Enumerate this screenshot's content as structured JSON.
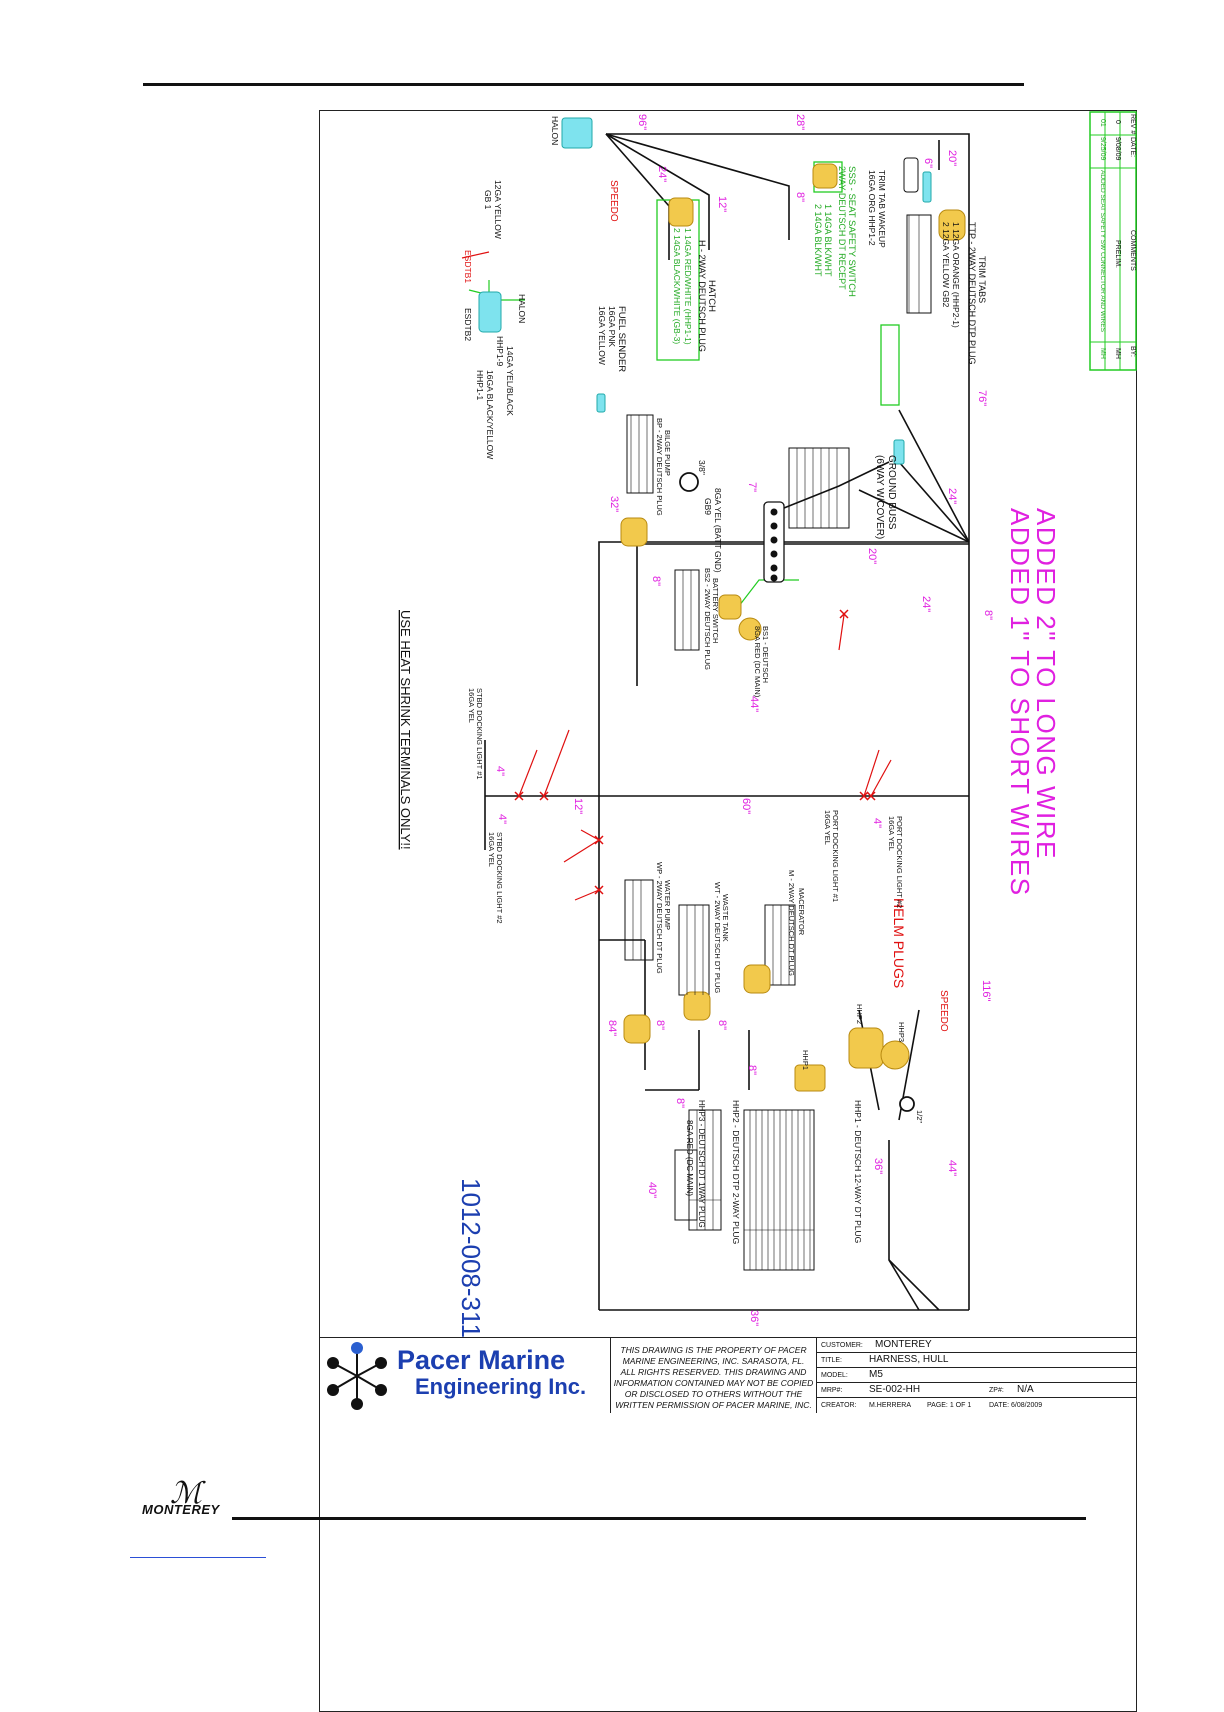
{
  "drawing": {
    "rev_table": {
      "headers": [
        "REV #",
        "DATE:",
        "COMMENTS",
        "BY:"
      ],
      "rows": [
        [
          "0",
          "9/08/09",
          "PRELIM.",
          "MH"
        ],
        [
          "01",
          "9/25/09",
          "ADDED SEAT SAFETY SW CONNECTOR AND WIRES",
          "MH"
        ]
      ]
    },
    "notes": {
      "long_wire": "ADDED 2\" TO LONG WIRE",
      "short_wires": "ADDED 1\" TO SHORT WIRES",
      "heat_shrink": "USE HEAT SHRINK TERMINALS ONLY!!",
      "part_number": "1012-008-311",
      "helm_plugs": "HELM PLUGS"
    },
    "lengths": {
      "l96": "96\"",
      "l28": "28\"",
      "l20a": "20\"",
      "l6": "6\"",
      "l24a": "24\"",
      "l12a": "12\"",
      "l8a": "8\"",
      "l76": "76\"",
      "l24b": "24\"",
      "l20b": "20\"",
      "l24c": "24\"",
      "l8b": "8\"",
      "l7": "7\"",
      "l32": "32\"",
      "l8c": "8\"",
      "l44a": "44\"",
      "l4a": "4\"",
      "l12b": "12\"",
      "l60": "60\"",
      "l4b": "4\"",
      "l4c": "4\"",
      "l116": "116\"",
      "l84": "84\"",
      "l8d": "8\"",
      "l8e": "8\"",
      "l8f": "8\"",
      "l8g": "8\"",
      "l40": "40\"",
      "l36a": "36\"",
      "l44b": "44\"",
      "l36b": "36\""
    },
    "labels": {
      "halon_top": "HALON",
      "speedo_top": "SPEEDO",
      "speedo_right": "SPEEDO",
      "trim_tab_wakeup": "TRIM TAB WAKEUP",
      "trim_tab_wakeup_wire": "16GA ORG HHP1-2",
      "sss_title": "SSS - SEAT SAFETY SWITCH",
      "sss_sub": "2WAY DEUTSCH DT RECEPT",
      "sss_pin1": "1 14GA BLK/WHT",
      "sss_pin2": "2 14GA BLK/WHT",
      "hatch": "HATCH",
      "hatch_plug": "H - 2WAY DEUTSCH PLUG",
      "hatch_pin1": "1 14GA RED/WHITE (HHP1-1)",
      "hatch_pin2": "2 14GA BLACK/WHITE (GB-3)",
      "ttp_title": "TRIM TABS",
      "ttp_sub": "TTP - 2WAY DEUTSCH DTP PLUG",
      "ttp_pin1": "1 12GA ORANGE (HHP2-1)",
      "ttp_pin2": "2 12GA YELLOW GB2",
      "halon_mid": "HALON",
      "halon_wire1": "14GA YEL/BLACK",
      "halon_wire1_ref": "HHP1-9",
      "halon_wire2": "16GA BLACK/YELLOW",
      "halon_wire2_ref": "HHP1-1",
      "halon_gb_wire": "12GA YELLOW",
      "halon_gb_ref": "GB 1",
      "esdtb1": "ESDTB1",
      "esdtb2": "ESDTB2",
      "fuel_sender": "FUEL SENDER",
      "fuel_pnk": "16GA PNK",
      "fuel_yel": "16GA YELLOW",
      "ground_buss": "GROUND BUSS",
      "ground_buss_sub": "(6WAY W/COVER)",
      "battery_ring": "3/8\"",
      "battery_gnd": "8GA YEL (BATT GND)",
      "battery_gb": "GB9",
      "bilge_pump": "BILGE PUMP",
      "bilge_plug": "BP - 2WAY DEUTSCH PLUG",
      "battery_switch": "BATTERY SWITCH",
      "battery_switch_plug": "BS2 - 2WAY DEUTSCH PLUG",
      "bs1": "BS1 - DEUTSCH",
      "bs1_wire": "8GA RED (DC MAIN)",
      "stbd_dock_1": "STBD DOCKING LIGHT #1",
      "stbd_dock_1_wire": "16GA YEL",
      "stbd_dock_2": "STBD DOCKING LIGHT #2",
      "stbd_dock_2_wire": "16GA YEL",
      "port_dock_1": "PORT DOCKING LIGHT #1",
      "port_dock_1_wire": "16GA YEL",
      "port_dock_2": "PORT DOCKING LIGHT #2",
      "port_dock_2_wire": "16GA YEL",
      "water_pump": "WATER PUMP",
      "water_pump_plug": "WP - 2WAY DEUTSCH DT PLUG",
      "waste_tank": "WASTE TANK",
      "waste_tank_plug": "WT - 2WAY DEUTSCH DT PLUG",
      "macerator": "MACERATOR",
      "macerator_plug": "M - 2WAY DEUTSCH DT PLUG",
      "hhp1_title": "HHP1 - DEUTSCH 12-WAY DT PLUG",
      "hhp2_title": "HHP2 - DEUTSCH DTP 2-WAY PLUG",
      "hhp3_title": "HHP3 - DEUTSCH DT 1WAY PLUG",
      "hhp3_wire": "8GA RED (DC MAIN)",
      "hhp1": "HHP1",
      "hhp2": "HHP2",
      "hhp3": "HHP3",
      "ring_12": "1/2\""
    },
    "title_block": {
      "company_line1": "Pacer Marine",
      "company_line2": "Engineering Inc.",
      "notice": [
        "THIS DRAWING IS THE PROPERTY OF PACER",
        "MARINE ENGINEERING, INC. SARASOTA, FL.",
        "ALL RIGHTS RESERVED.  THIS DRAWING AND",
        "INFORMATION CONTAINED MAY NOT BE COPIED",
        "OR DISCLOSED TO OTHERS WITHOUT THE",
        "WRITTEN PERMISSION OF PACER MARINE, INC."
      ],
      "customer_label": "CUSTOMER:",
      "customer": "MONTEREY",
      "title_label": "TITLE:",
      "title": "HARNESS, HULL",
      "model_label": "MODEL:",
      "model": "M5",
      "mrp_label": "MRP#:",
      "mrp": "SE-002-HH",
      "zp_label": "ZP#:",
      "zp": "N/A",
      "creator_label": "CREATOR:",
      "creator": "M.HERRERA",
      "page": "PAGE: 1 OF 1",
      "date": "DATE: 6/08/2009"
    }
  },
  "footer": {
    "brand": "MONTEREY"
  },
  "colors": {
    "wire": "#111111",
    "magenta": "#e020e0",
    "red": "#e01010",
    "green": "#22cc22",
    "blue": "#1c3fb0",
    "connector": "#e8b830",
    "cyan": "#40d8e8"
  }
}
